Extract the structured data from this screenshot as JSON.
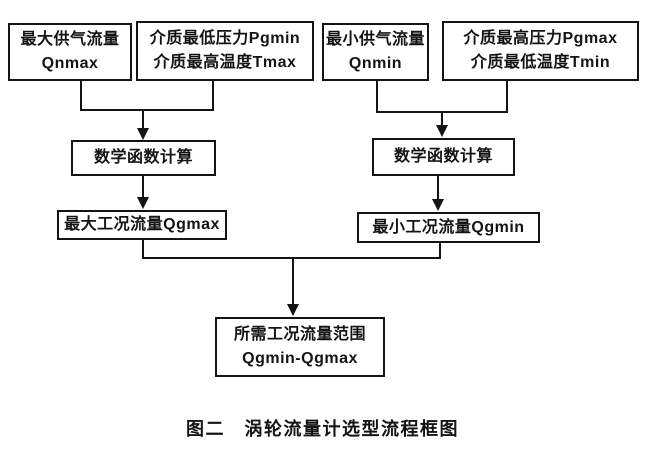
{
  "diagram": {
    "nodes": {
      "qnmax": {
        "lines": [
          "最大供气流量",
          "Qnmax"
        ]
      },
      "pgmin_tmax": {
        "lines": [
          "介质最低压力Pgmin",
          "介质最高温度Tmax"
        ]
      },
      "qnmin": {
        "lines": [
          "最小供气流量",
          "Qnmin"
        ]
      },
      "pgmax_tmin": {
        "lines": [
          "介质最高压力Pgmax",
          "介质最低温度Tmin"
        ]
      },
      "calc_left": {
        "lines": [
          "数学函数计算"
        ]
      },
      "calc_right": {
        "lines": [
          "数学函数计算"
        ]
      },
      "qgmax": {
        "lines": [
          "最大工况流量Qgmax"
        ]
      },
      "qgmin": {
        "lines": [
          "最小工况流量Qgmin"
        ]
      },
      "result": {
        "lines": [
          "所需工况流量范围",
          "Qgmin-Qgmax"
        ]
      }
    },
    "caption": "图二　涡轮流量计选型流程框图"
  },
  "colors": {
    "line": "#141414",
    "text": "#141414",
    "background": "#ffffff"
  }
}
